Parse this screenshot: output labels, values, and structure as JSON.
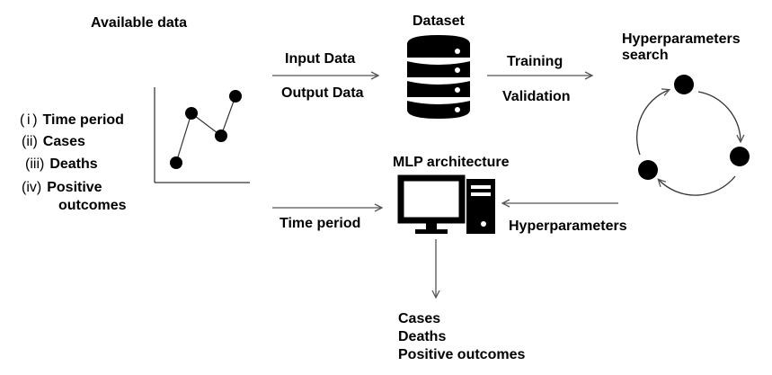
{
  "available_data": {
    "title": "Available data",
    "items": [
      {
        "numeral": "( i )",
        "label": "Time period"
      },
      {
        "numeral": "(ii)",
        "label": "Cases"
      },
      {
        "numeral": "(iii)",
        "label": "Deaths"
      },
      {
        "numeral": "(iv)",
        "label": "Positive"
      }
    ],
    "item4_line2": "outcomes"
  },
  "flow": {
    "input_data": "Input Data",
    "output_data": "Output Data",
    "dataset": "Dataset",
    "training": "Training",
    "validation": "Validation",
    "hyperparameters_search_line1": "Hyperparameters",
    "hyperparameters_search_line2": "search",
    "mlp_architecture": "MLP architecture",
    "time_period": "Time period",
    "hyperparameters": "Hyperparameters"
  },
  "outputs": [
    "Cases",
    "Deaths",
    "Positive outcomes"
  ],
  "icons": {
    "database": "database-icon",
    "computer": "computer-icon",
    "cycle": "cycle-icon",
    "line_graph": "line-graph-icon"
  }
}
